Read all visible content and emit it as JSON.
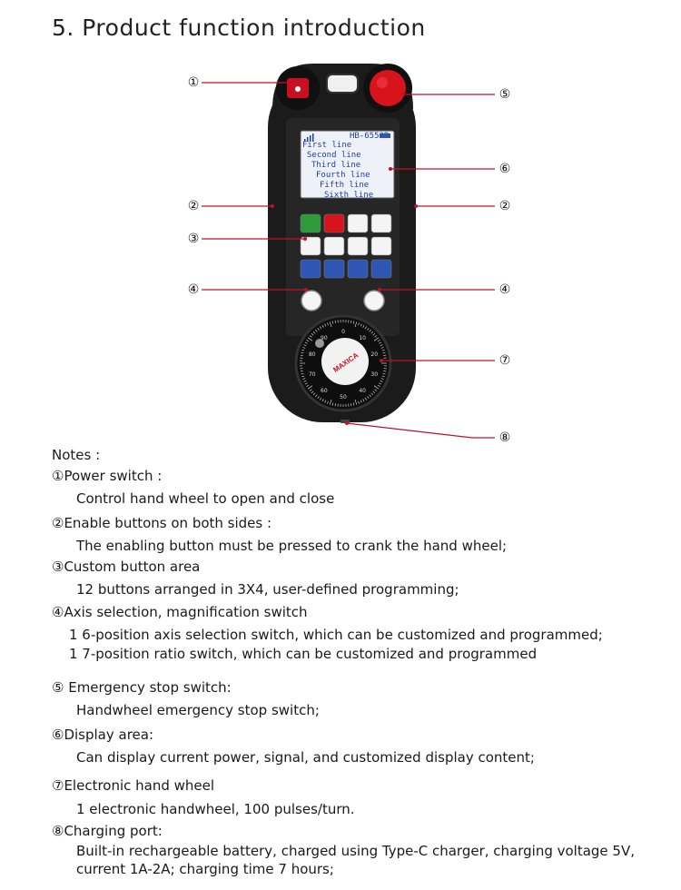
{
  "title": "5. Product function introduction",
  "callouts": [
    "①",
    "②",
    "③",
    "④",
    "⑤",
    "⑥",
    "⑦",
    "⑧"
  ],
  "device": {
    "screen_header": "HB-6553B",
    "screen_lines": [
      "First  line",
      "Second  line",
      "Third  line",
      "Fourth  line",
      "Fifth  line",
      "Sixth  line"
    ],
    "dial_numbers": [
      "0",
      "10",
      "20",
      "30",
      "40",
      "50",
      "60",
      "70",
      "80",
      "90"
    ],
    "brand": "MAXICA"
  },
  "notes": {
    "heading": "Notes :",
    "items": [
      {
        "title": "①Power switch :",
        "desc": [
          "Control hand wheel to open and close"
        ]
      },
      {
        "title": "②Enable buttons on both sides :",
        "desc": [
          "The enabling button must be pressed to crank the hand wheel;"
        ]
      },
      {
        "title": "③Custom button area",
        "desc": [
          "12 buttons arranged in 3X4, user-defined programming;"
        ]
      },
      {
        "title": "④Axis selection, magnification switch",
        "desc": [
          "1 6-position axis selection switch, which can be customized and programmed;",
          "1 7-position ratio switch, which can be customized and programmed"
        ]
      },
      {
        "title": "⑤ Emergency stop switch:",
        "desc": [
          "Handwheel emergency stop switch;"
        ]
      },
      {
        "title": "⑥Display area:",
        "desc": [
          "Can display current power, signal, and customized display content;"
        ]
      },
      {
        "title": "⑦Electronic hand wheel",
        "desc": [
          "1 electronic handwheel, 100 pulses/turn."
        ]
      },
      {
        "title": "⑧Charging port:",
        "desc": [
          "Built-in rechargeable battery, charged using Type-C charger, charging voltage 5V,",
          "current 1A-2A; charging time 7 hours;"
        ]
      }
    ]
  },
  "colors": {
    "leader": "#c0102a",
    "body": "#1b1b1b",
    "estop": "#d7141c",
    "keypad_green": "#2f9a3a",
    "keypad_blue": "#2f55b5"
  }
}
